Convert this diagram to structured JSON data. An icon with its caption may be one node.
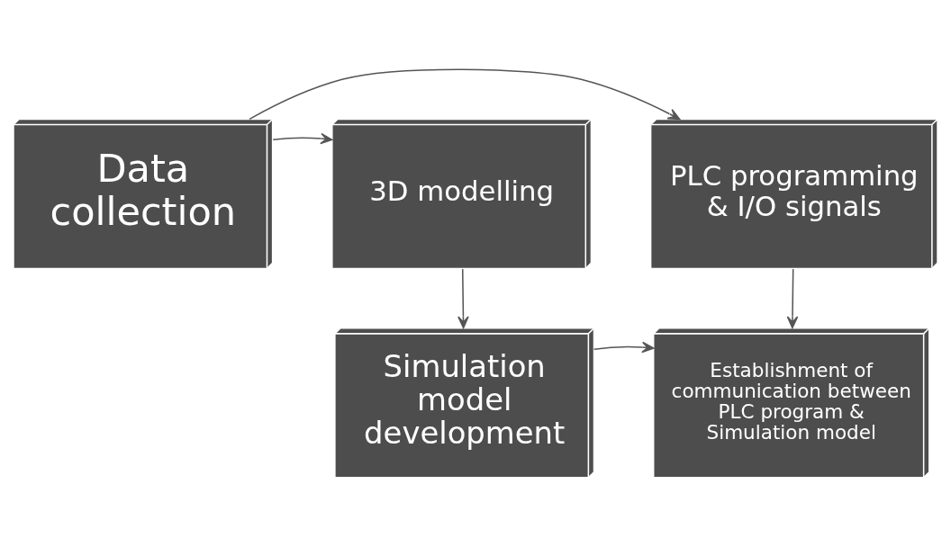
{
  "diagram": {
    "nodes": [
      {
        "text": [
          "Data collection"
        ]
      },
      {
        "text": [
          "3D modelling"
        ]
      },
      {
        "text": [
          "PLC programming & I/O signals"
        ]
      },
      {
        "text": [
          "Simulation model development"
        ]
      },
      {
        "text": [
          "Establishment of communication between PLC program & Simulation model"
        ]
      }
    ],
    "edges": [
      {
        "from": 0,
        "to": 1,
        "arrow": "to"
      },
      {
        "from": 0,
        "to": 2,
        "arrow": "to"
      },
      {
        "from": 1,
        "to": 3,
        "arrow": "to"
      },
      {
        "from": 3,
        "to": 4,
        "arrow": "to"
      },
      {
        "from": 2,
        "to": 4,
        "arrow": "to"
      }
    ]
  }
}
